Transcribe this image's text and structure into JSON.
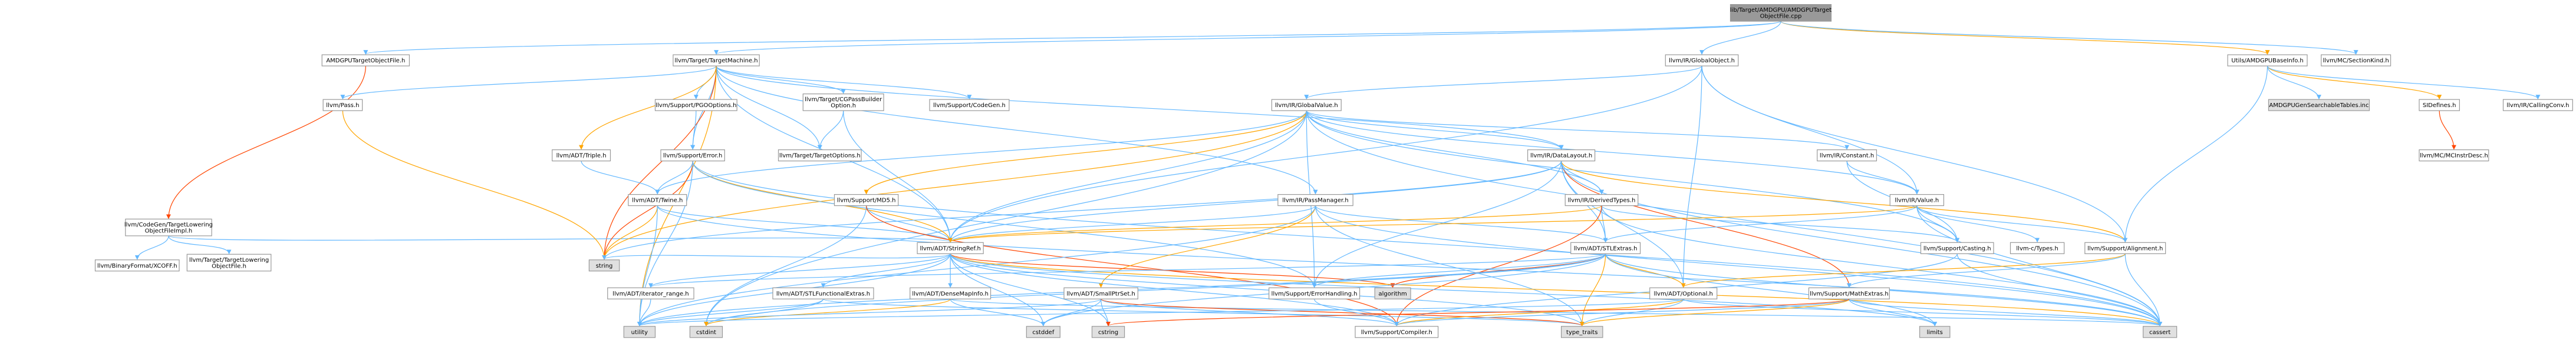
{
  "colors": {
    "root_fill": "#999999",
    "normal_fill": "#ffffff",
    "red_text_border": "#ff0000",
    "gray_fill": "#e0e0e0",
    "edge_blue": "#63b8ff",
    "edge_orange": "#ffa500",
    "edge_red": "#ff4500"
  },
  "nodes": [
    {
      "id": "root",
      "lines": [
        "lib/Target/AMDGPU/AMDGPUTarget",
        "ObjectFile.cpp"
      ],
      "style": "root"
    },
    {
      "id": "amdgpu_tof_h",
      "lines": [
        "AMDGPUTargetObjectFile.h"
      ],
      "style": "normal"
    },
    {
      "id": "target_machine",
      "lines": [
        "llvm/Target/TargetMachine.h"
      ],
      "style": "normal"
    },
    {
      "id": "global_object",
      "lines": [
        "llvm/IR/GlobalObject.h"
      ],
      "style": "normal"
    },
    {
      "id": "amdgpu_base_info",
      "lines": [
        "Utils/AMDGPUBaseInfo.h"
      ],
      "style": "normal"
    },
    {
      "id": "section_kind",
      "lines": [
        "llvm/MC/SectionKind.h"
      ],
      "style": "normal"
    },
    {
      "id": "cg_tlof_impl",
      "lines": [
        "llvm/CodeGen/TargetLowering",
        "ObjectFileImpl.h"
      ],
      "style": "normal"
    },
    {
      "id": "ir_pass",
      "lines": [
        "llvm/Pass.h"
      ],
      "style": "red"
    },
    {
      "id": "pgo_options",
      "lines": [
        "llvm/Support/PGOOptions.h"
      ],
      "style": "normal"
    },
    {
      "id": "cg_pass_builder",
      "lines": [
        "llvm/Target/CGPassBuilder",
        "Option.h"
      ],
      "style": "normal"
    },
    {
      "id": "support_codegen",
      "lines": [
        "llvm/Support/CodeGen.h"
      ],
      "style": "normal"
    },
    {
      "id": "global_value",
      "lines": [
        "llvm/IR/GlobalValue.h"
      ],
      "style": "normal"
    },
    {
      "id": "amdgpu_gen_searchable",
      "lines": [
        "AMDGPUGenSearchableTables.inc"
      ],
      "style": "gray"
    },
    {
      "id": "si_defines",
      "lines": [
        "SIDefines.h"
      ],
      "style": "normal"
    },
    {
      "id": "calling_conv",
      "lines": [
        "llvm/IR/CallingConv.h"
      ],
      "style": "normal"
    },
    {
      "id": "adt_triple",
      "lines": [
        "llvm/ADT/Triple.h"
      ],
      "style": "red"
    },
    {
      "id": "support_error",
      "lines": [
        "llvm/Support/Error.h"
      ],
      "style": "red"
    },
    {
      "id": "target_options",
      "lines": [
        "llvm/Target/TargetOptions.h"
      ],
      "style": "red"
    },
    {
      "id": "ir_constant",
      "lines": [
        "llvm/IR/Constant.h"
      ],
      "style": "red"
    },
    {
      "id": "ir_datalayout",
      "lines": [
        "llvm/IR/DataLayout.h"
      ],
      "style": "red"
    },
    {
      "id": "mc_instr_desc",
      "lines": [
        "llvm/MC/MCInstrDesc.h"
      ],
      "style": "red"
    },
    {
      "id": "binary_format_xcoff",
      "lines": [
        "llvm/BinaryFormat/XCOFF.h"
      ],
      "style": "red"
    },
    {
      "id": "target_lowering_of",
      "lines": [
        "llvm/Target/TargetLowering",
        "ObjectFile.h"
      ],
      "style": "red"
    },
    {
      "id": "adt_twine",
      "lines": [
        "llvm/ADT/Twine.h"
      ],
      "style": "red"
    },
    {
      "id": "support_md5",
      "lines": [
        "llvm/Support/MD5.h"
      ],
      "style": "red"
    },
    {
      "id": "ir_pass_manager",
      "lines": [
        "llvm/IR/PassManager.h"
      ],
      "style": "red"
    },
    {
      "id": "ir_derived_types",
      "lines": [
        "llvm/IR/DerivedTypes.h"
      ],
      "style": "red"
    },
    {
      "id": "ir_value",
      "lines": [
        "llvm/IR/Value.h"
      ],
      "style": "red"
    },
    {
      "id": "adt_stringref",
      "lines": [
        "llvm/ADT/StringRef.h"
      ],
      "style": "normal"
    },
    {
      "id": "adt_stlextras",
      "lines": [
        "llvm/ADT/STLExtras.h"
      ],
      "style": "red"
    },
    {
      "id": "support_casting",
      "lines": [
        "llvm/Support/Casting.h"
      ],
      "style": "red"
    },
    {
      "id": "llvm_c_types",
      "lines": [
        "llvm-c/Types.h"
      ],
      "style": "red"
    },
    {
      "id": "support_alignment",
      "lines": [
        "llvm/Support/Alignment.h"
      ],
      "style": "normal"
    },
    {
      "id": "string",
      "lines": [
        "string"
      ],
      "style": "gray"
    },
    {
      "id": "iterator_range",
      "lines": [
        "llvm/ADT/iterator_range.h"
      ],
      "style": "normal"
    },
    {
      "id": "stl_functional_extras",
      "lines": [
        "llvm/ADT/STLFunctionalExtras.h"
      ],
      "style": "red"
    },
    {
      "id": "dense_map_info",
      "lines": [
        "llvm/ADT/DenseMapInfo.h"
      ],
      "style": "red"
    },
    {
      "id": "small_ptr_set",
      "lines": [
        "llvm/ADT/SmallPtrSet.h"
      ],
      "style": "red"
    },
    {
      "id": "error_handling",
      "lines": [
        "llvm/Support/ErrorHandling.h"
      ],
      "style": "normal"
    },
    {
      "id": "algorithm",
      "lines": [
        "algorithm"
      ],
      "style": "gray"
    },
    {
      "id": "adt_optional",
      "lines": [
        "llvm/ADT/Optional.h"
      ],
      "style": "red"
    },
    {
      "id": "math_extras",
      "lines": [
        "llvm/Support/MathExtras.h"
      ],
      "style": "red"
    },
    {
      "id": "utility",
      "lines": [
        "utility"
      ],
      "style": "gray"
    },
    {
      "id": "cstdint",
      "lines": [
        "cstdint"
      ],
      "style": "gray"
    },
    {
      "id": "cstddef",
      "lines": [
        "cstddef"
      ],
      "style": "gray"
    },
    {
      "id": "cstring",
      "lines": [
        "cstring"
      ],
      "style": "gray"
    },
    {
      "id": "support_compiler",
      "lines": [
        "llvm/Support/Compiler.h"
      ],
      "style": "red"
    },
    {
      "id": "type_traits",
      "lines": [
        "type_traits"
      ],
      "style": "gray"
    },
    {
      "id": "limits",
      "lines": [
        "limits"
      ],
      "style": "gray"
    },
    {
      "id": "cassert",
      "lines": [
        "cassert"
      ],
      "style": "gray"
    }
  ]
}
